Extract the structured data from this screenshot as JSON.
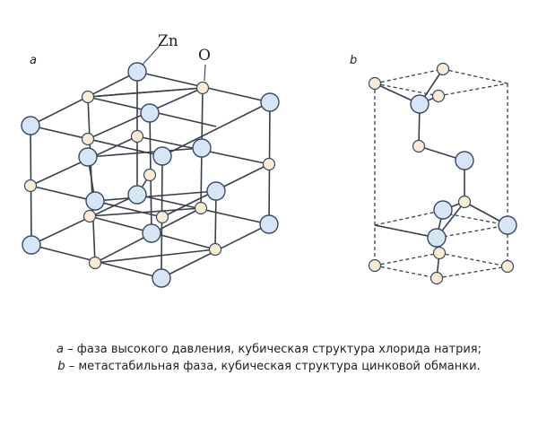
{
  "figure": {
    "panel_a_label": "a",
    "panel_b_label": "b",
    "zn_label": "Zn",
    "o_label": "O",
    "colors": {
      "zn": "#d6e6f7",
      "o": "#f8ecd2",
      "bond": "#3a3f4a"
    }
  },
  "caption": {
    "line1_letter": "a",
    "line1_text": " – фаза высокого давления, кубическая структура хлорида натрия;",
    "line2_letter": "b",
    "line2_text": " – метастабильная фаза, кубическая структура цинковой обманки."
  }
}
